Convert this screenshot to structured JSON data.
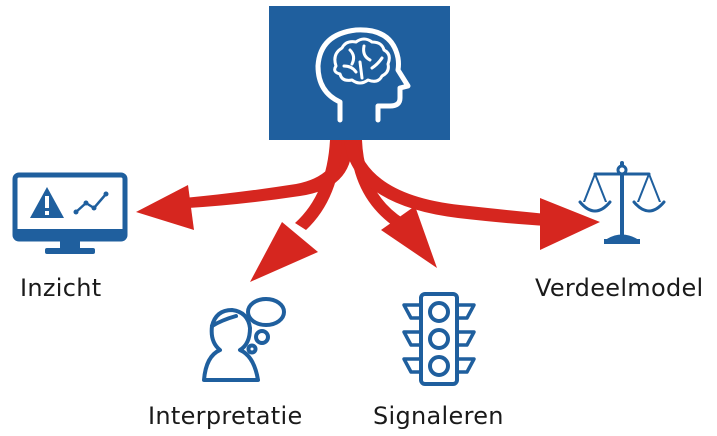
{
  "colors": {
    "brand_blue": "#1f5f9e",
    "icon_blue": "#1f5f9e",
    "arrow_red": "#d6261f",
    "text": "#1a1a1a",
    "background": "#ffffff"
  },
  "center": {
    "icon": "brain-head-icon"
  },
  "outputs": [
    {
      "id": "inzicht",
      "label": "Inzicht",
      "icon": "monitor-warning-icon"
    },
    {
      "id": "interpretatie",
      "label": "Interpretatie",
      "icon": "person-thought-bubble-icon"
    },
    {
      "id": "signaleren",
      "label": "Signaleren",
      "icon": "traffic-light-icon"
    },
    {
      "id": "verdeelmodel",
      "label": "Verdeelmodel",
      "icon": "balance-scale-icon"
    }
  ]
}
